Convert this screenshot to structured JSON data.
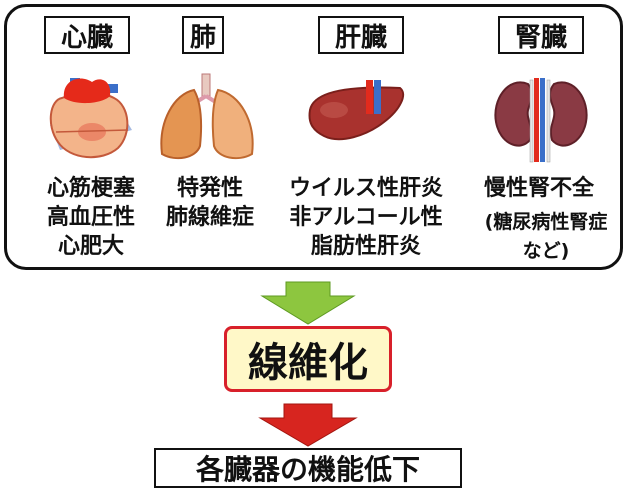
{
  "organs": [
    {
      "label": "心臓",
      "diseases": [
        "心筋梗塞",
        "高血圧性",
        "心肥大"
      ]
    },
    {
      "label": "肺",
      "diseases": [
        "特発性",
        "肺線維症"
      ]
    },
    {
      "label": "肝臓",
      "diseases": [
        "ウイルス性肝炎",
        "非アルコール性",
        "脂肪性肝炎"
      ]
    },
    {
      "label": "腎臓",
      "diseases": [
        "慢性腎不全"
      ],
      "note": [
        "(糖尿病性腎症",
        "など)"
      ]
    }
  ],
  "process": "線維化",
  "outcome": "各臓器の機能低下",
  "colors": {
    "green_arrow": "#8dc63f",
    "red_arrow": "#d7251f",
    "fibrosis_border": "#d8202a",
    "fibrosis_fill": "#fff8c8"
  }
}
